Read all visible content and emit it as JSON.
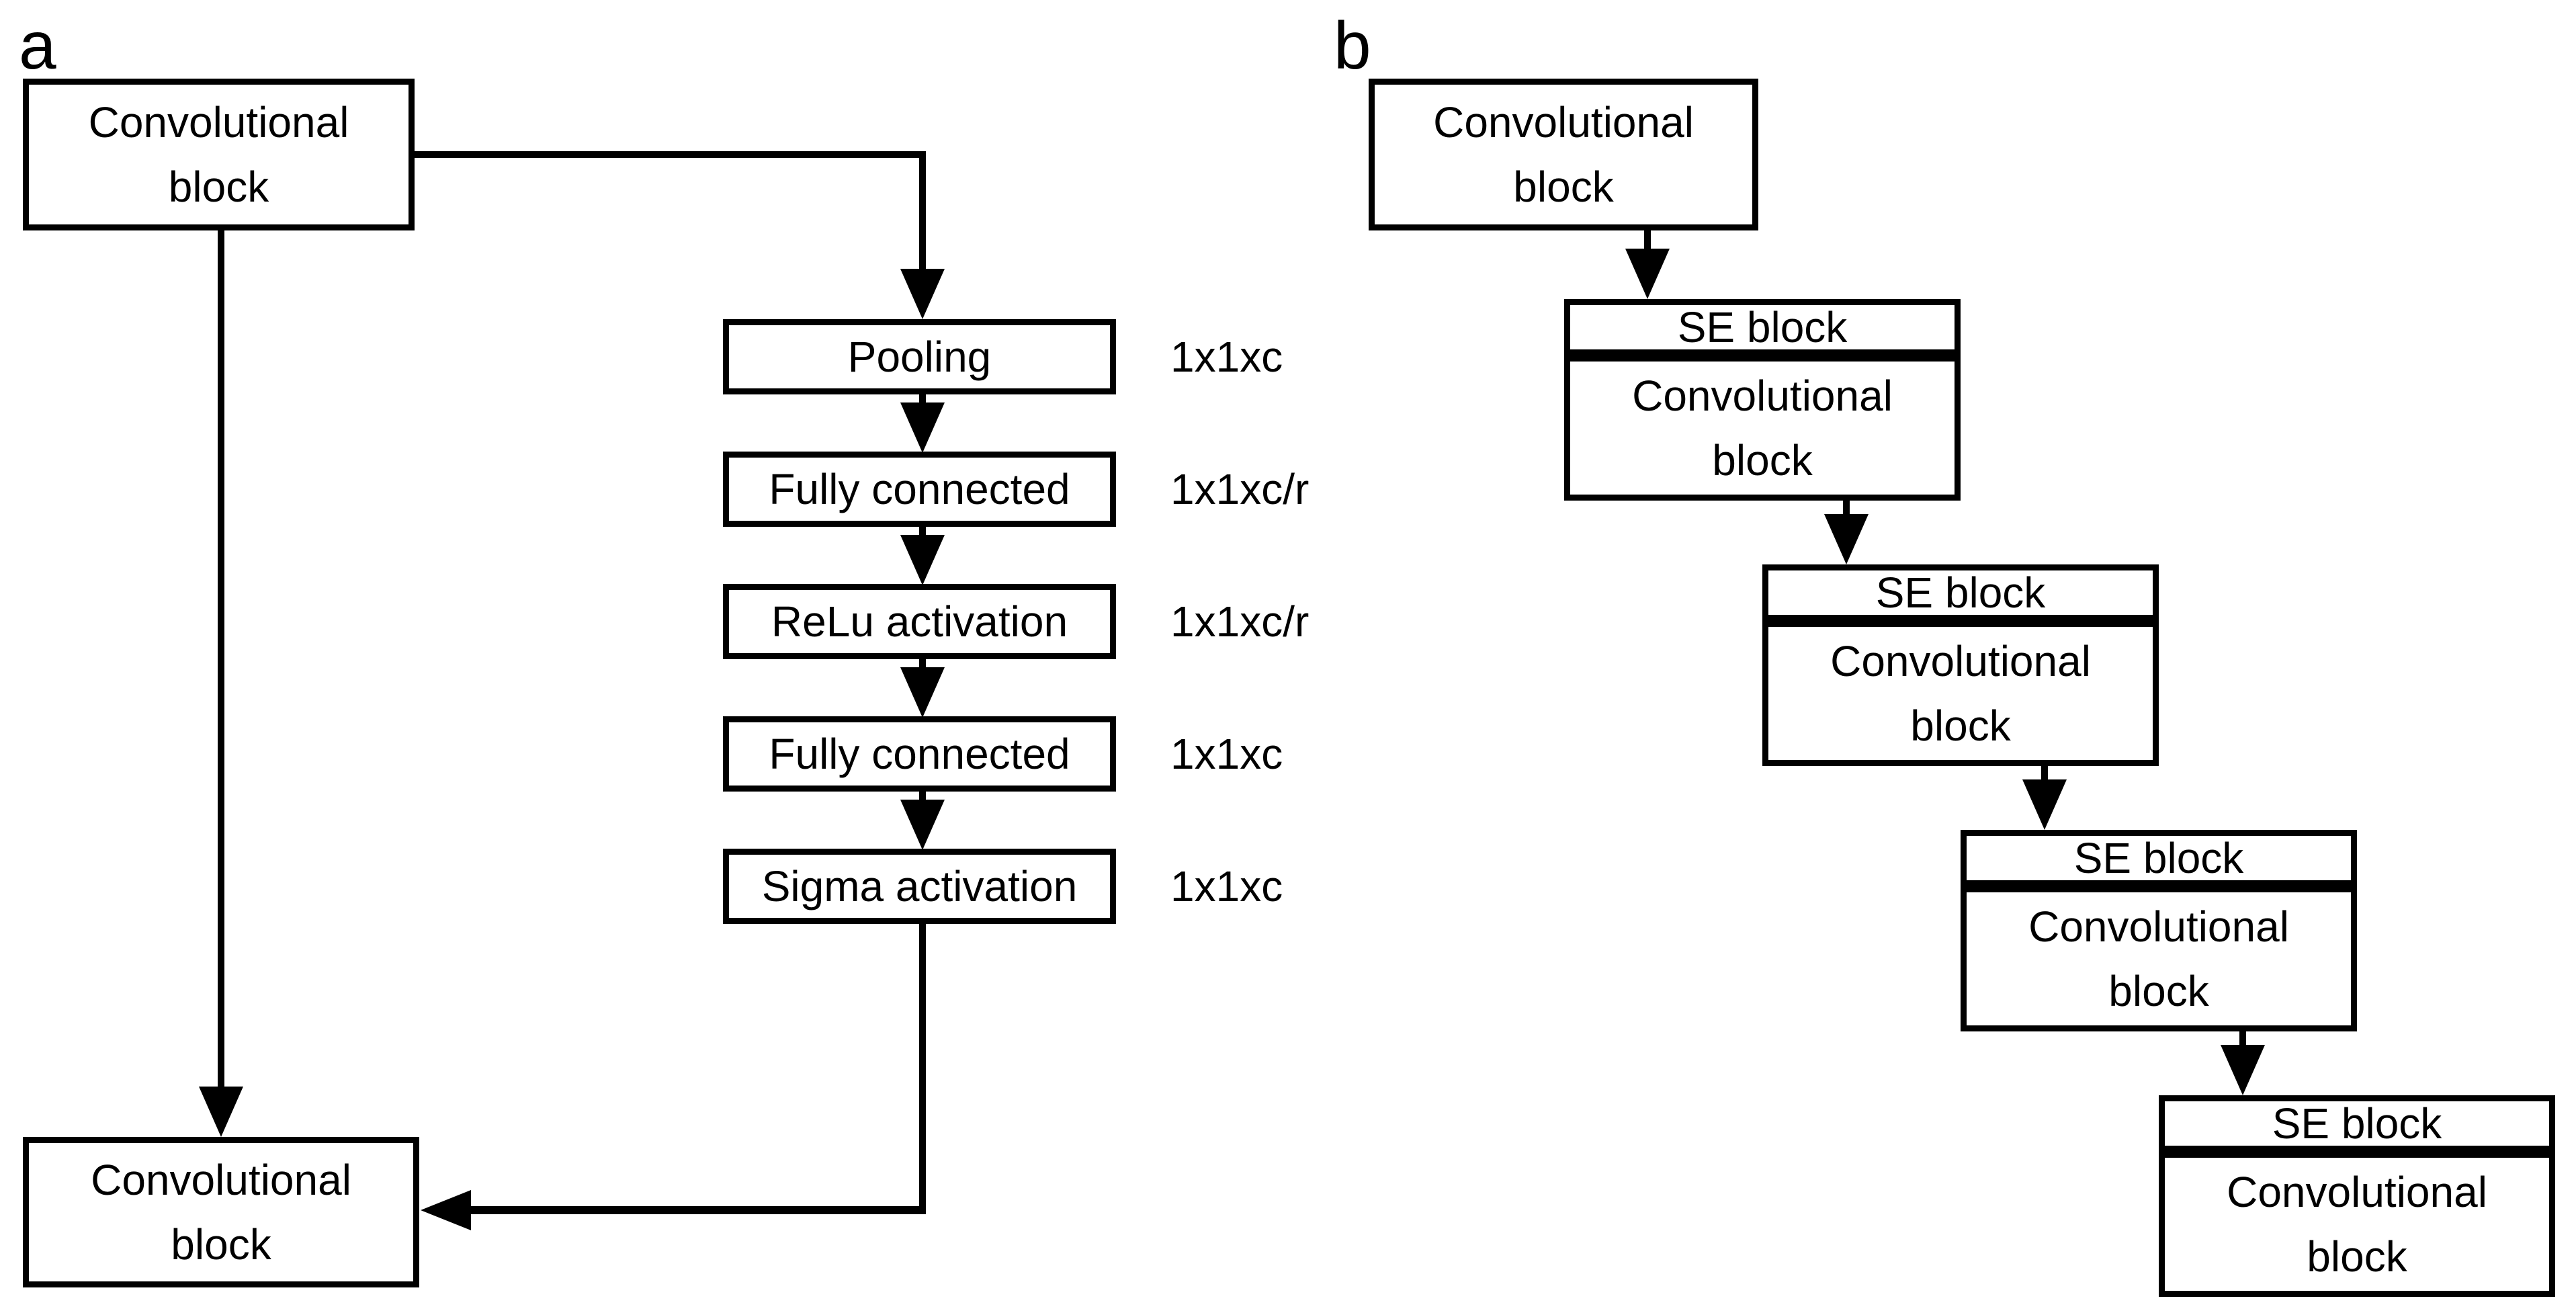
{
  "colors": {
    "line": "#000000",
    "background": "#ffffff",
    "text": "#000000"
  },
  "panel_a": {
    "label": "a",
    "input_block": "Convolutional block",
    "pipeline": [
      {
        "name": "Pooling",
        "dim": "1x1xc"
      },
      {
        "name": "Fully connected",
        "dim": "1x1xc/r"
      },
      {
        "name": "ReLu activation",
        "dim": "1x1xc/r"
      },
      {
        "name": "Fully connected",
        "dim": "1x1xc"
      },
      {
        "name": "Sigma activation",
        "dim": "1x1xc"
      }
    ],
    "output_block": "Convolutional block"
  },
  "panel_b": {
    "label": "b",
    "input_block": "Convolutional block",
    "se_blocks": [
      {
        "header": "SE block",
        "body": "Convolutional block"
      },
      {
        "header": "SE block",
        "body": "Convolutional block"
      },
      {
        "header": "SE block",
        "body": "Convolutional block"
      },
      {
        "header": "SE block",
        "body": "Convolutional block"
      }
    ]
  }
}
